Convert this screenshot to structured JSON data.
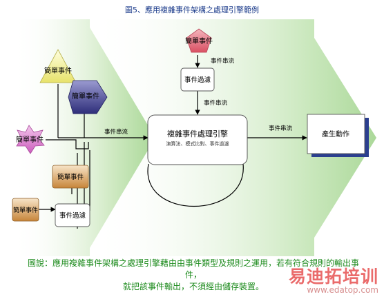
{
  "title": "圖5、應用複雜事件架構之處理引擎範例",
  "nodes": {
    "simple_event_top": "簡單事件",
    "simple_event_yellow": "簡單事件",
    "simple_event_blue": "簡單事件",
    "simple_event_pink": "簡單事件",
    "simple_event_orange_upper": "簡單事件",
    "simple_event_orange_lower": "簡單事件",
    "filter_top": "事件過濾",
    "filter_bottom": "事件過濾",
    "engine_title": "複雜事件處理引擎",
    "engine_subtitle": "演算法、模式比對、事件過濾",
    "output": "產生動作"
  },
  "edge_labels": {
    "stream_top_1": "事件串流",
    "stream_top_2": "事件串流",
    "stream_left": "事件串流",
    "stream_right": "事件串流"
  },
  "colors": {
    "yellow": "#f2ef8a",
    "blue": "#3d3d8c",
    "pink": "#d678c8",
    "red": "#e0606e",
    "orange": "#c98a3c",
    "green_arrow": "#bfe3b0",
    "output_shadow": "#2b3f8f"
  },
  "caption": {
    "line1": "圖說：應用複雜事件架構之處理引擎藉由由事件類型及規則之運用，若有符合規則的輸出事",
    "line2": "件，",
    "line3": "就把該事件輸出，不須經由儲存裝置。"
  },
  "watermark": {
    "text": "易迪拓培训",
    "url": "www.edatop.com"
  }
}
